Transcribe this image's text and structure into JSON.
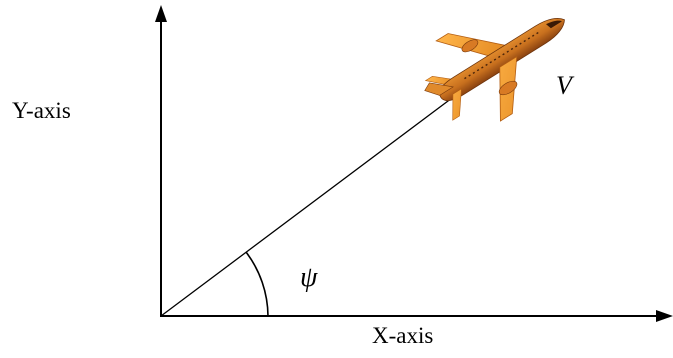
{
  "labels": {
    "y_axis": "Y-axis",
    "x_axis": "X-axis",
    "velocity": "V",
    "heading_angle": "ψ"
  },
  "colors": {
    "lines": "#000000",
    "aircraft_fuselage": "#c8701e",
    "aircraft_wing": "#f7a233",
    "aircraft_dark": "#7a3a0c",
    "background": "#ffffff"
  },
  "icons": {
    "aircraft": "airplane-icon"
  }
}
